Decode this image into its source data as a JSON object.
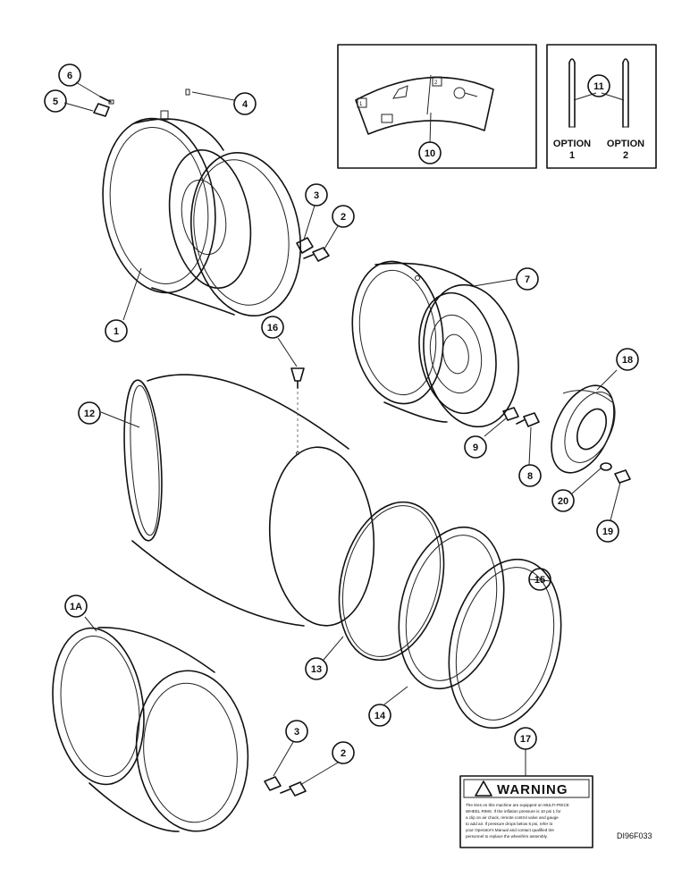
{
  "callouts": [
    {
      "id": "c1",
      "label": "1"
    },
    {
      "id": "c1a",
      "label": "1A"
    },
    {
      "id": "c2a",
      "label": "2"
    },
    {
      "id": "c2b",
      "label": "2"
    },
    {
      "id": "c3a",
      "label": "3"
    },
    {
      "id": "c3b",
      "label": "3"
    },
    {
      "id": "c4",
      "label": "4"
    },
    {
      "id": "c5",
      "label": "5"
    },
    {
      "id": "c6",
      "label": "6"
    },
    {
      "id": "c7",
      "label": "7"
    },
    {
      "id": "c8",
      "label": "8"
    },
    {
      "id": "c9",
      "label": "9"
    },
    {
      "id": "c10",
      "label": "10"
    },
    {
      "id": "c11",
      "label": "11"
    },
    {
      "id": "c12",
      "label": "12"
    },
    {
      "id": "c13",
      "label": "13"
    },
    {
      "id": "c14",
      "label": "14"
    },
    {
      "id": "c15",
      "label": "15"
    },
    {
      "id": "c16",
      "label": "16"
    },
    {
      "id": "c17",
      "label": "17"
    },
    {
      "id": "c18",
      "label": "18"
    },
    {
      "id": "c19",
      "label": "19"
    },
    {
      "id": "c20",
      "label": "20"
    }
  ],
  "options": {
    "option1": {
      "word": "OPTION",
      "num": "1"
    },
    "option2": {
      "word": "OPTION",
      "num": "2"
    }
  },
  "decal": {
    "panel1": "1",
    "panel2": "2"
  },
  "warning": {
    "title": "WARNING",
    "lines": [
      "The tires on this machine are equipped on MULTI-PIECE",
      "WHEEL RIMS. If the inflation pressure is 10 psi 1 for",
      "a clip on air chuck, remote control valve and gauge",
      "to add air. If pressure drops below 6 psi, refer to",
      "your Operator's Manual and contact qualified tire",
      "personnel to replace the wheel/rim assembly."
    ]
  },
  "figure_code": "DI96F033"
}
